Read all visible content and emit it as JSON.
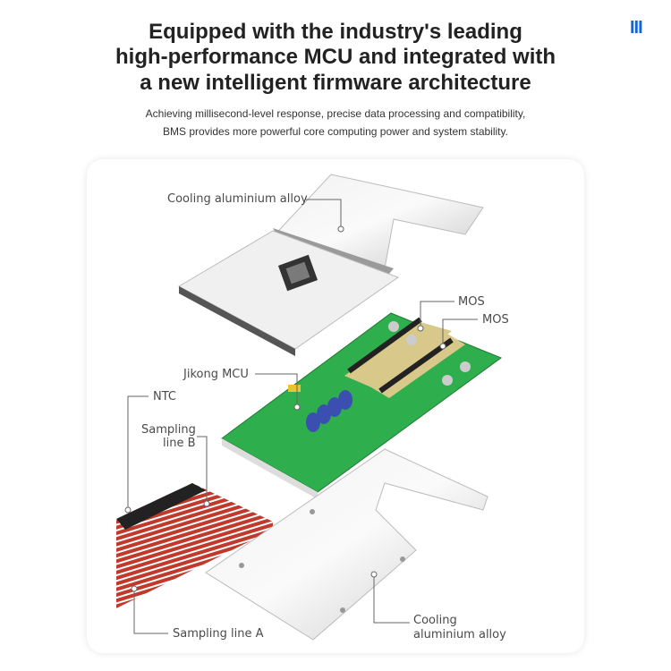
{
  "header": {
    "title_lines": [
      "Equipped with the industry's leading",
      "high-performance MCU and integrated with",
      "a new intelligent firmware architecture"
    ],
    "subtitle_lines": [
      "Achieving millisecond-level response, precise data processing and compatibility,",
      "BMS provides more powerful core computing power and system stability."
    ],
    "brand_mark": "III",
    "accent_color": "#1565d8"
  },
  "diagram": {
    "labels": {
      "top_cooling": "Cooling aluminium alloy",
      "mos_1": "MOS",
      "mos_2": "MOS",
      "mcu": "Jikong MCU",
      "ntc": "NTC",
      "sampling_b_1": "Sampling",
      "sampling_b_2": "line B",
      "sampling_a": "Sampling line A",
      "bottom_cooling_1": "Cooling",
      "bottom_cooling_2": "aluminium alloy"
    },
    "colors": {
      "pcb": "#2fae4e",
      "wire": "#c0392b",
      "metal": "#d9d9d9",
      "capacitor": "#3b4fb0"
    }
  }
}
